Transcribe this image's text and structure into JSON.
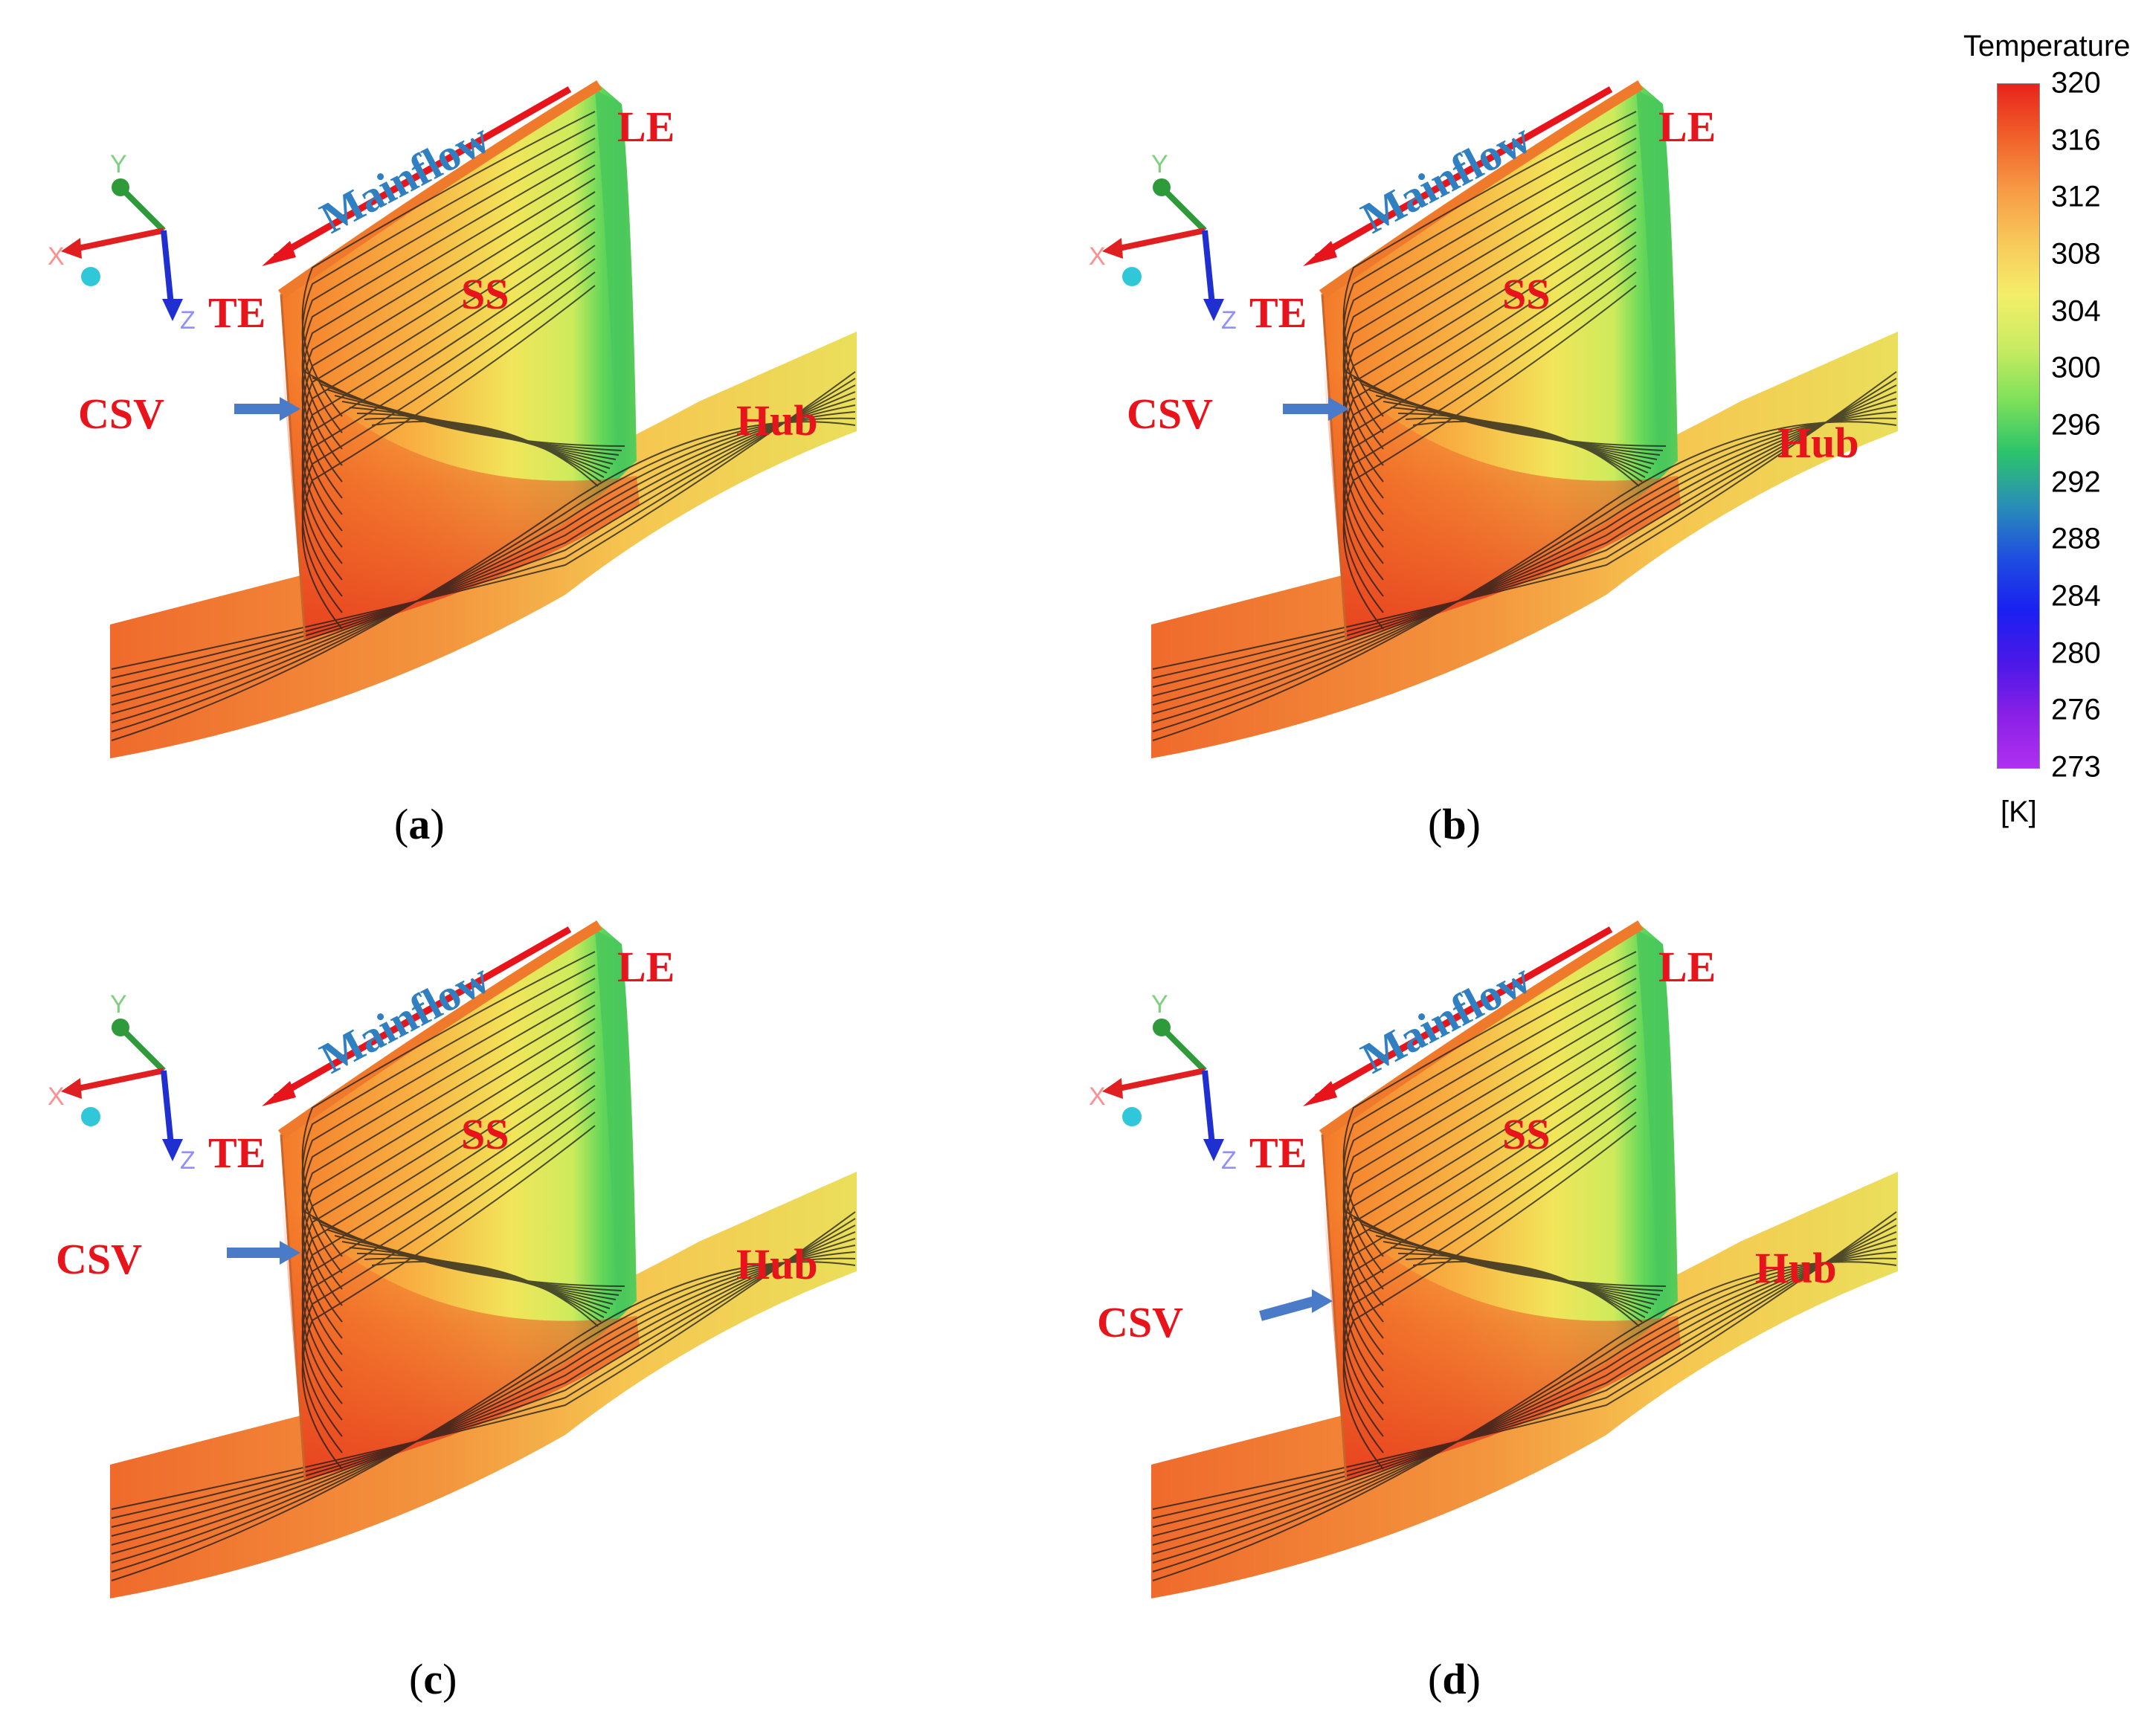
{
  "labels": {
    "mainflow": "Mainflow",
    "le": "LE",
    "te": "TE",
    "ss": "SS",
    "hub": "Hub",
    "csv": "CSV",
    "axis_x": "X",
    "axis_y": "Y",
    "axis_z": "Z"
  },
  "panels": [
    {
      "id": "a",
      "caption_open": "(",
      "caption_letter": "a",
      "caption_close": ")"
    },
    {
      "id": "b",
      "caption_open": "(",
      "caption_letter": "b",
      "caption_close": ")"
    },
    {
      "id": "c",
      "caption_open": "(",
      "caption_letter": "c",
      "caption_close": ")"
    },
    {
      "id": "d",
      "caption_open": "(",
      "caption_letter": "d",
      "caption_close": ")"
    }
  ],
  "colorbar": {
    "title": "Temperature",
    "unit": "[K]",
    "ticks": [
      "320",
      "316",
      "312",
      "308",
      "304",
      "300",
      "296",
      "292",
      "288",
      "284",
      "280",
      "276",
      "273"
    ],
    "colors": [
      "#e8231c",
      "#f0602a",
      "#f79a45",
      "#f8c85a",
      "#f4ee6a",
      "#c9ec62",
      "#7fe05a",
      "#2cc46a",
      "#2a8fb6",
      "#1f4fe0",
      "#1a20f0",
      "#4a18e8",
      "#8a20e6",
      "#b030f0"
    ]
  },
  "colors": {
    "label_red": "#e8141b",
    "label_blue": "#2f7fc1",
    "arrow_red": "#e8141b",
    "arrow_blue": "#4a7bc8"
  }
}
